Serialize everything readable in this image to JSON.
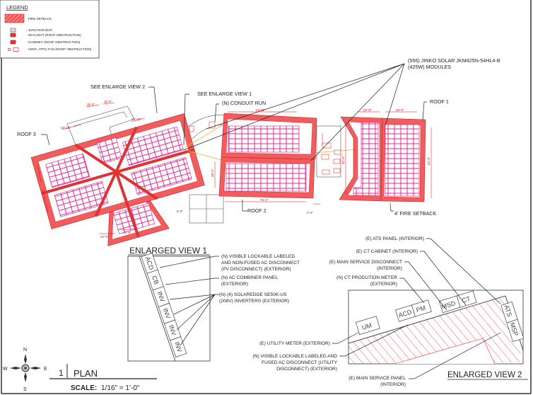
{
  "legend": {
    "title": "LEGEND",
    "items": [
      {
        "icon": "fire-setback-swatch",
        "label": "- FIRE SETBACK"
      },
      {
        "icon": "junction-box-icon",
        "label": "- JUNCTION BOX"
      },
      {
        "icon": "skylight-icon",
        "label": "- SKYLIGHT (ROOF OBSTRUCTION)"
      },
      {
        "icon": "chimney-icon",
        "label": "- CHIMNEY (ROOF OBSTRUCTION)"
      },
      {
        "icon": "vent-icon",
        "label": "- VENT, ATTIC FAN (ROOF OBSTRUCTION)"
      }
    ]
  },
  "callouts": {
    "see_ev2": "SEE ENLARGE VIEW 2",
    "see_ev1": "SEE ENLARGE VIEW 1",
    "conduit": "(N) CONDUIT RUN",
    "modules_1": "(556) JINKO SOLAR JKM425N-54HL4-B",
    "modules_2": "(425W)  MODULES",
    "roof1": "ROOF 1",
    "roof2": "ROOF 2",
    "roof3": "ROOF 3",
    "fire_setback": "4' FIRE SETBACK"
  },
  "dimensions": {
    "r3_a": "11'-4\"",
    "r3_b": "11'-4\"",
    "r3_c": "33'-10\"",
    "r3_d": "33'-10\"",
    "r3_e": "22'-9\"",
    "r3_f": "22'-9\"",
    "r3_g": "5'-0\"",
    "r2_top": "63'-11\"",
    "r2_bot": "75'-3\"",
    "r2_gap": "4'-0\"",
    "r2_side": "28'-5\"",
    "r1_a": "22'-9\"",
    "r1_b": "26'-5\"",
    "r1_h": "62'-8\"",
    "r1_l": "47'-8\""
  },
  "ev1": {
    "title": "ENLARGED VIEW 1",
    "equipment": [
      "ACD",
      "CB",
      "INV",
      "INV",
      "INV",
      "INV"
    ],
    "notes": {
      "acd": [
        "(N) VISIBLE LOCKABLE LABELED",
        "AND NON-FUSED AC DISCONNECT",
        "(PV DISCONNECT) (EXTERIOR)"
      ],
      "cb": [
        "(N) AC COMBINER PANEL",
        "(EXTERIOR)"
      ],
      "inv": [
        "(N) (4) SOLAREDGE SE50K-US",
        "(208V) INVERTERS (EXTERIOR)"
      ]
    }
  },
  "ev2": {
    "title": "ENLARGED VIEW 2",
    "equipment": {
      "um": "UM",
      "acd": "ACD",
      "pm": "PM",
      "msd": "MSD",
      "ct": "CT",
      "ats": "ATS",
      "msp": "MSP"
    },
    "notes": {
      "ats": [
        "(E) ATS PANEL (INTERIOR)"
      ],
      "ct": [
        "(E) CT CABINET (INTERIOR)"
      ],
      "msd": [
        "(E) MAIN SERVICE DISCONNECT",
        "(INTERIOR)"
      ],
      "pm": [
        "(N) CT PRODUTION METER",
        "(EXTERIOR)"
      ],
      "um": [
        "(E) UTILITY METER (EXTERIOR)"
      ],
      "acd": [
        "(N) VISIBLE LOCKABLE LABELED AND",
        "FUSED AC DISCONNECT (UTILITY",
        "DISCONNECT) (EXTERIOR)"
      ],
      "msp": [
        "(E) MAIN SERVICE PANEL",
        "(INTERIOR)"
      ]
    }
  },
  "plan": {
    "number": "1",
    "title": "PLAN",
    "scale_label": "SCALE:",
    "scale_value": "1/16\" = 1'-0\""
  },
  "compass": {
    "n": "N",
    "s": "S",
    "e": "E",
    "w": "W"
  },
  "colors": {
    "setback": "#f25c5c",
    "modules": "#e0178a",
    "dimension": "#e00000",
    "conduit": "#f0b030"
  }
}
